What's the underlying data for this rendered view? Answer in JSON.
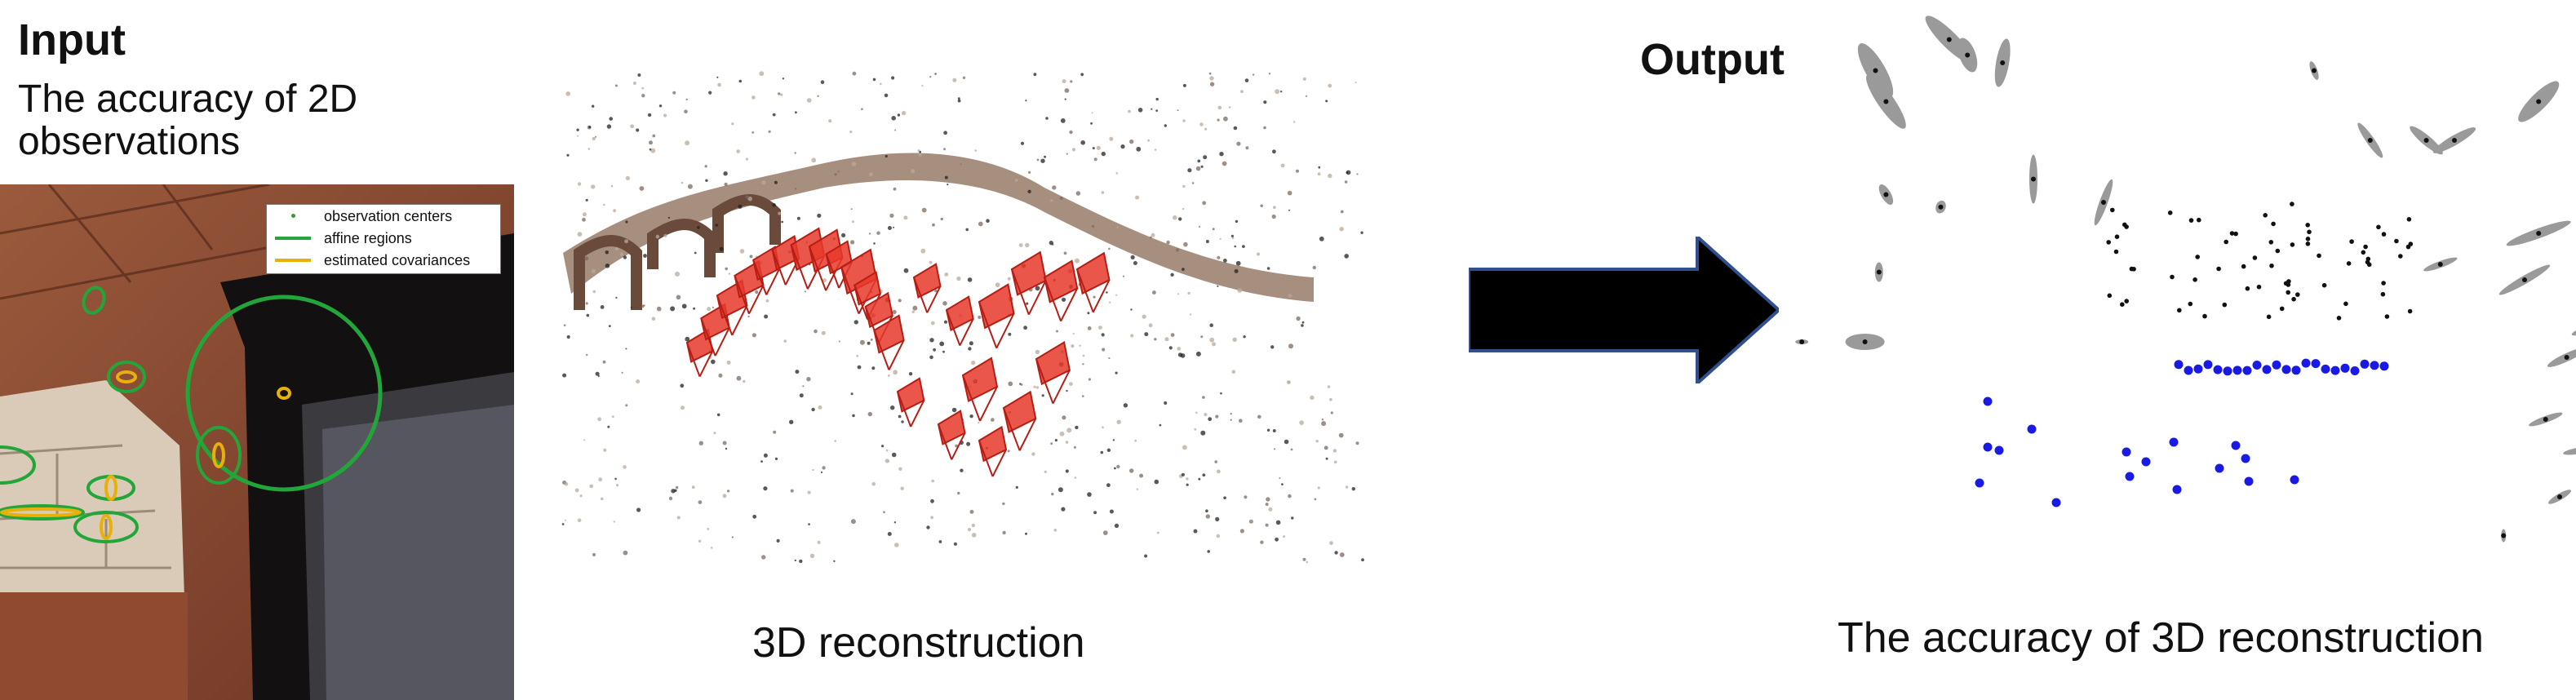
{
  "input": {
    "heading": "Input",
    "subtitle_line1": "The accuracy of 2D",
    "subtitle_line2": "observations",
    "legend": [
      {
        "label": "observation centers",
        "color": "#2ca02c",
        "kind": "dot"
      },
      {
        "label": "affine regions",
        "color": "#22a63a",
        "kind": "line"
      },
      {
        "label": "estimated covariances",
        "color": "#e8b10a",
        "kind": "line"
      }
    ]
  },
  "reconstruction": {
    "caption": "3D reconstruction"
  },
  "output": {
    "heading": "Output",
    "caption": "The accuracy of 3D reconstruction"
  },
  "colors": {
    "camera_red": "#e8382a",
    "point_blue": "#1a1ae6",
    "ellipse_gray": "#9a9a9a",
    "arrow_fill": "#000000",
    "arrow_stroke": "#2f4f8f"
  }
}
